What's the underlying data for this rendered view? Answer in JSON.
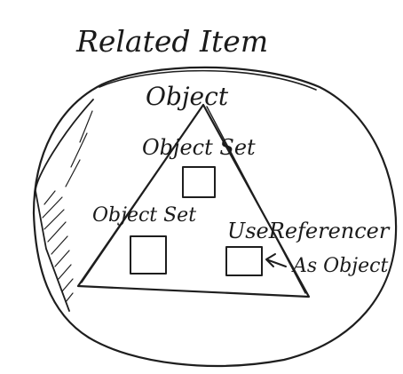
{
  "title": "Related Item",
  "top_label": "Object",
  "inner_label_top": "Object Set",
  "inner_label_left": "Object Set",
  "inner_label_right_line1": "UseReferencer",
  "inner_label_right_line2": "As Object",
  "colors": {
    "ink": "#1e1e1e",
    "paper": "#ffffff"
  }
}
